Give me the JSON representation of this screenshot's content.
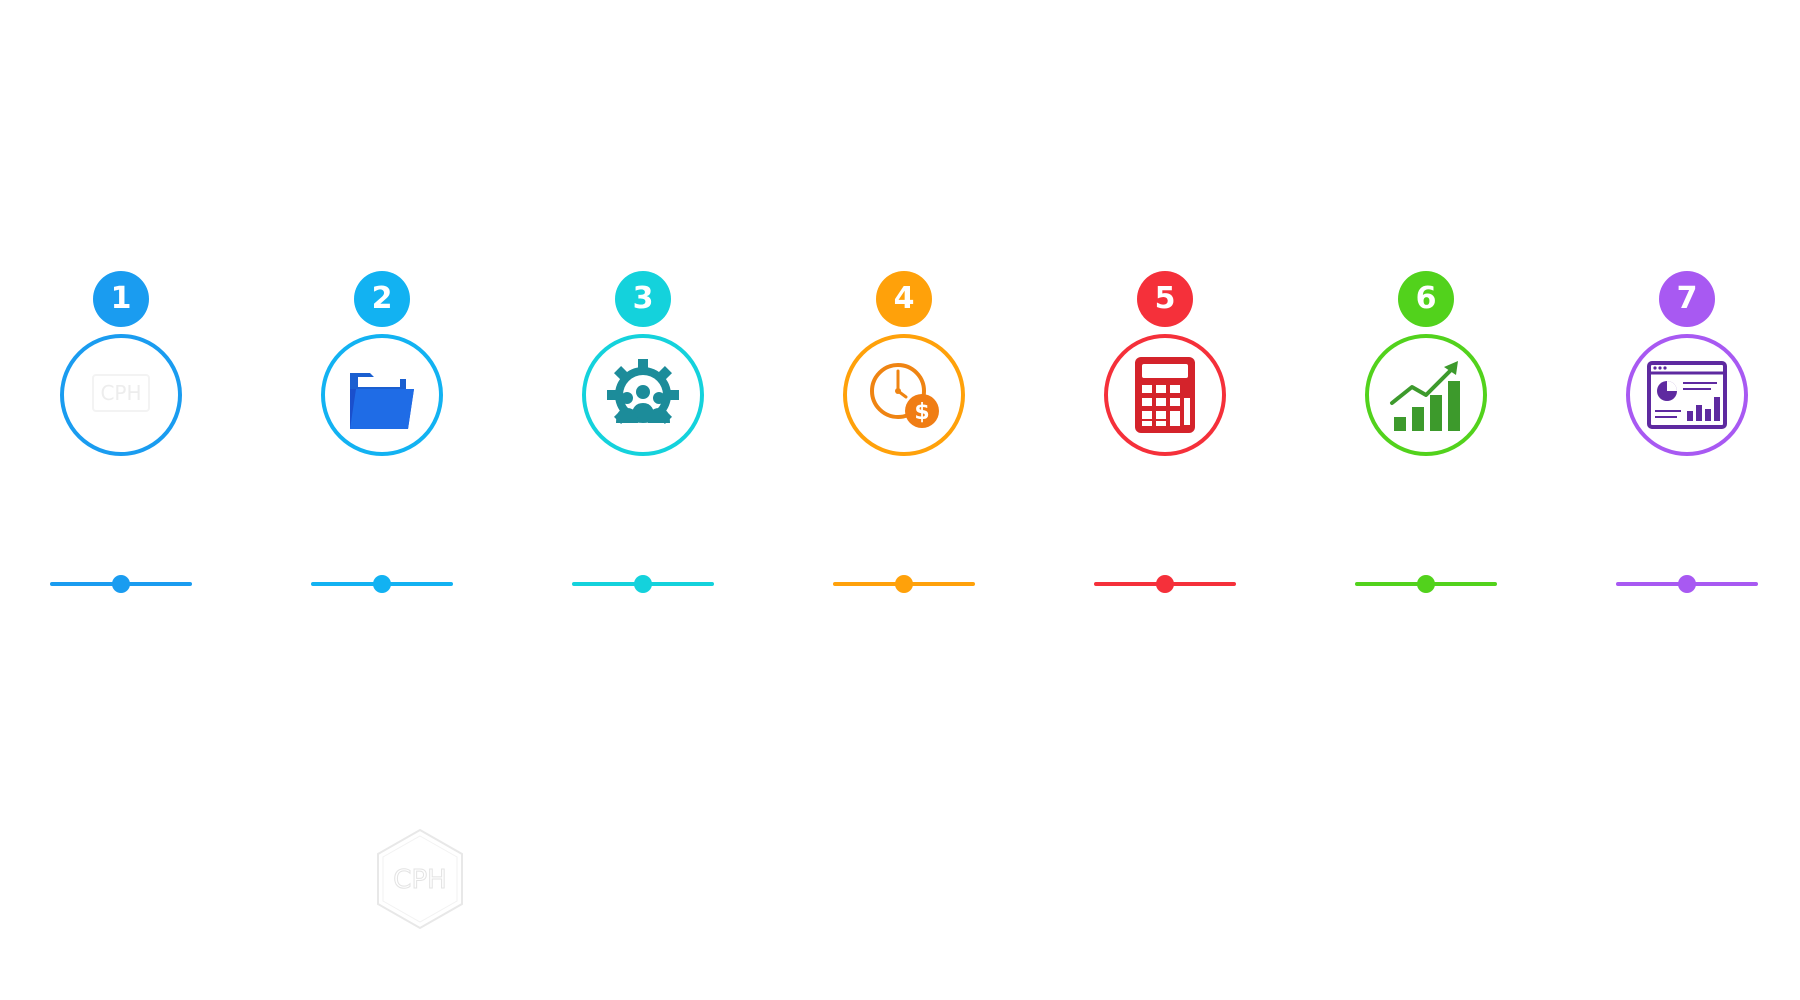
{
  "steps": [
    {
      "number": "1",
      "color": "#1a9cf0",
      "icon": "cph-logo-icon"
    },
    {
      "number": "2",
      "color": "#12b2f2",
      "icon": "folder-icon"
    },
    {
      "number": "3",
      "color": "#14d2dc",
      "icon": "team-gear-icon"
    },
    {
      "number": "4",
      "color": "#ffa10a",
      "icon": "time-money-icon"
    },
    {
      "number": "5",
      "color": "#f5303a",
      "icon": "calculator-icon"
    },
    {
      "number": "6",
      "color": "#52d21c",
      "icon": "growth-chart-icon"
    },
    {
      "number": "7",
      "color": "#a859f2",
      "icon": "dashboard-report-icon"
    }
  ],
  "watermark": {
    "text": "CPH"
  }
}
